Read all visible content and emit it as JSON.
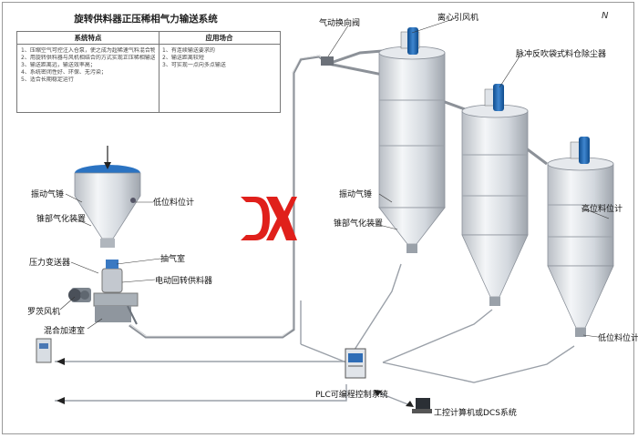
{
  "title": "旋转供料器正压稀相气力输送系统",
  "spec_table": {
    "features_header": "系统特点",
    "usage_header": "应用场合",
    "features": [
      "1、压缩空气可控注入仓泵，使之成为超稀速气料混合物；",
      "2、用旋转供料器与风机相结合的方式实现正压稀相输送；",
      "3、输送距离远，输送效率高；",
      "4、系统密闭性好、环保、无污染；",
      "5、适合长期稳定运行"
    ],
    "usages": [
      "1、有连续输送要求的",
      "2、输送距离较短",
      "3、可实现一点向多点输送"
    ]
  },
  "labels": {
    "pneumatic_valve": "气动换向阀",
    "centrifugal_fan": "离心引风机",
    "pulse_filter": "脉冲反吹袋式料仓除尘器",
    "vibrator_left": "振动气锤",
    "cone_aerator_left": "锥部气化装置",
    "low_level_left": "低位料位计",
    "pressure_transmitter": "压力变送器",
    "suction_chamber": "抽气室",
    "electric_rotary_feeder": "电动回转供料器",
    "roots_blower": "罗茨风机",
    "mixing_chamber": "混合加速室",
    "vibrator_mid": "振动气锤",
    "cone_aerator_mid": "锥部气化装置",
    "high_level": "高位料位计",
    "low_level_right": "低位料位计",
    "plc": "PLC可编程控制系统",
    "ipc": "工控计算机或DCS系统",
    "compass": "N"
  },
  "logo_text": "DX",
  "colors": {
    "accent_red": "#e0201b",
    "equipment_blue": "#1d5fa6",
    "steel": "#d7dce2"
  }
}
